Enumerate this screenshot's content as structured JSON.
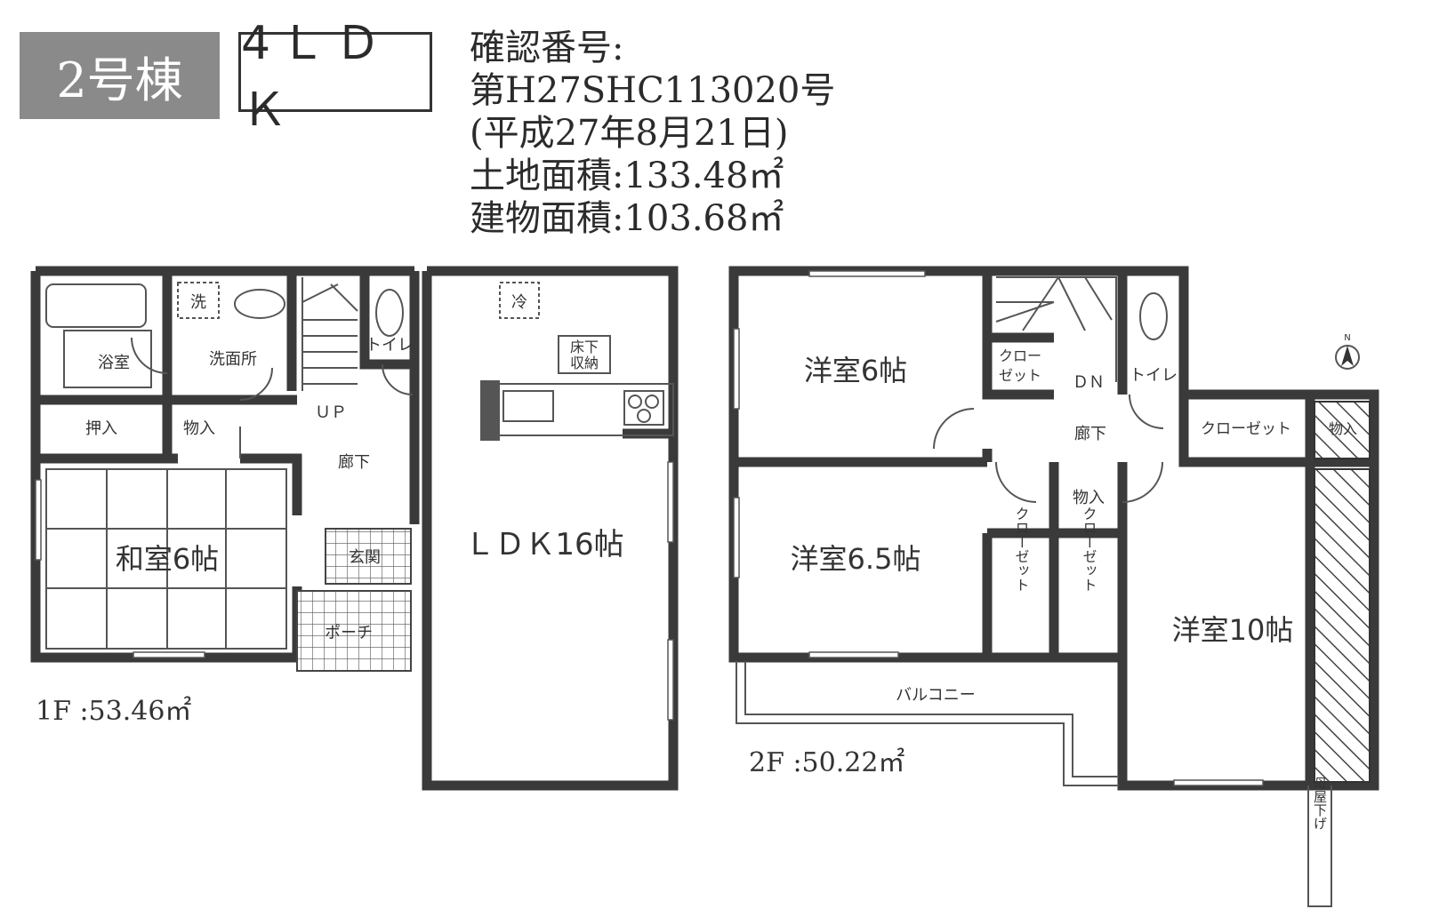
{
  "header": {
    "building": "2号棟",
    "layout_type": "4ＬＤＫ",
    "confirm_label": "確認番号:",
    "confirm_number": "第H27SHC113020号",
    "confirm_date": "(平成27年8月21日)",
    "land_area": "土地面積:133.48㎡",
    "building_area": "建物面積:103.68㎡"
  },
  "floor1": {
    "area": "1F :53.46㎡",
    "rooms": {
      "bath": "浴室",
      "washroom": "洗面所",
      "washer": "洗",
      "toilet": "トイレ",
      "up": "ＵＰ",
      "oshiire": "押入",
      "storage": "物入",
      "hallway": "廊下",
      "washitsu": "和室6帖",
      "entrance": "玄関",
      "porch": "ポーチ",
      "fridge": "冷",
      "underfloor_line1": "床下",
      "underfloor_line2": "収納",
      "ldk": "ＬＤＫ16帖"
    }
  },
  "floor2": {
    "area": "2F :50.22㎡",
    "rooms": {
      "room6": "洋室6帖",
      "closet_a_line1": "クロー",
      "closet_a_line2": "ゼット",
      "down": "ＤＮ",
      "toilet": "トイレ",
      "hallway": "廊下",
      "closet_b": "クローゼット",
      "storage_a": "物入",
      "storage_b": "物入",
      "room65": "洋室6.5帖",
      "closet_c": "クローゼット",
      "closet_d": "クローゼット",
      "room10": "洋室10帖",
      "balcony": "バルコニー",
      "eave": "母屋下げ"
    }
  }
}
